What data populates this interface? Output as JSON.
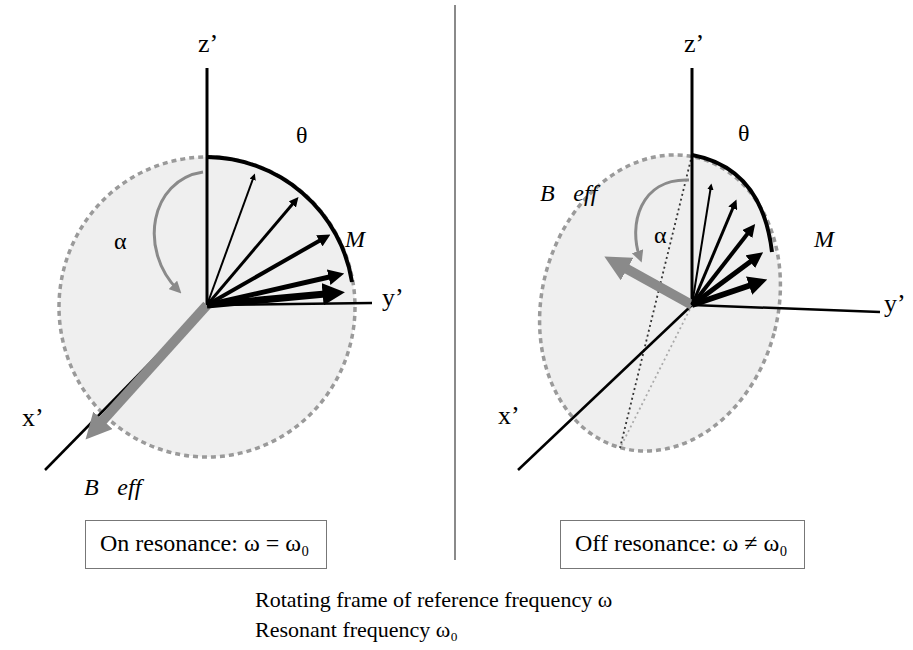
{
  "diagram": {
    "nodes": [
      {
        "text": [
          "On resonance: ω = ω₀"
        ]
      },
      {
        "text": [
          "Off resonance: ω ≠ ω₀"
        ]
      }
    ],
    "labels": [
      "z’",
      "θ",
      "α",
      "M",
      "y’",
      "x’",
      "B⃗eff",
      "z’",
      "θ",
      "α",
      "B⃗eff",
      "M",
      "y’",
      "x’",
      "Rotating frame of reference frequency ω",
      "Resonant frequency ω₀"
    ]
  }
}
